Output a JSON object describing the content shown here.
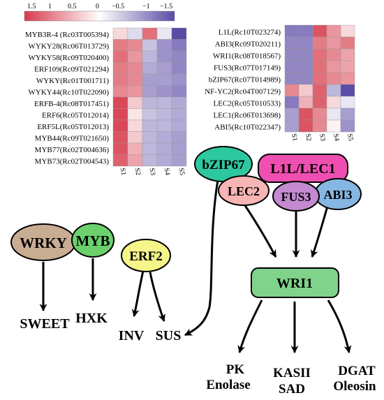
{
  "legend": {
    "ticks": [
      "1.5",
      "1",
      "0.5",
      "0",
      "−0.5",
      "−1",
      "−1.5"
    ],
    "gradient": [
      "#d73a4a",
      "#ffffff",
      "#5b4aa6"
    ]
  },
  "heatmap_left": {
    "rows": [
      {
        "label": "MYB3R-4 (Rc03T005394)",
        "values": [
          0.3,
          -0.3,
          1.1,
          -0.2,
          -1.5
        ]
      },
      {
        "label": "WYKY28(Rc06T013729)",
        "values": [
          1.0,
          0.9,
          -0.5,
          -0.9,
          -1.1
        ]
      },
      {
        "label": "WYKY58(Rc09T020400)",
        "values": [
          1.1,
          0.8,
          -0.6,
          -0.9,
          -1.0
        ]
      },
      {
        "label": "ERF109(Rc09T021294)",
        "values": [
          1.0,
          0.9,
          -0.7,
          -0.8,
          -1.0
        ]
      },
      {
        "label": "WYKY(Rc01T001711)",
        "values": [
          1.0,
          0.9,
          -0.8,
          -0.8,
          -0.9
        ]
      },
      {
        "label": "WYKY44(Rc10T022090)",
        "values": [
          0.9,
          0.8,
          -0.8,
          -0.9,
          -1.0
        ]
      },
      {
        "label": "ERFB-4(Rc08T017451)",
        "values": [
          1.4,
          0.4,
          -0.6,
          -0.6,
          -0.7
        ]
      },
      {
        "label": "ERF6(Rc05T012014)",
        "values": [
          1.4,
          0.2,
          -0.5,
          -0.6,
          -0.7
        ]
      },
      {
        "label": "ERF5L(Rc05T012013)",
        "values": [
          1.4,
          0.3,
          -0.6,
          -0.6,
          -0.7
        ]
      },
      {
        "label": "MYB44(Rc09T021650)",
        "values": [
          1.3,
          0.4,
          -0.6,
          -0.7,
          -0.8
        ]
      },
      {
        "label": "MYB77(Rc02T004636)",
        "values": [
          1.3,
          0.6,
          -0.6,
          -0.7,
          -0.8
        ]
      },
      {
        "label": "MYB73(Rc02T004543)",
        "values": [
          1.2,
          0.7,
          -0.6,
          -0.7,
          -0.8
        ]
      }
    ],
    "columns": [
      "S1",
      "S2",
      "S3",
      "S4",
      "S5"
    ]
  },
  "heatmap_right": {
    "rows": [
      {
        "label": "L1L(Rc10T023274)",
        "values": [
          -1.1,
          -1.1,
          1.3,
          0.8,
          0.3
        ]
      },
      {
        "label": "ABI3(Rc09T020211)",
        "values": [
          -1.0,
          -1.0,
          1.0,
          0.8,
          1.0
        ]
      },
      {
        "label": "WRI1(Rc08T018567)",
        "values": [
          -1.0,
          -1.0,
          1.1,
          0.9,
          0.7
        ]
      },
      {
        "label": "FUS3(Rc07T017149)",
        "values": [
          -1.0,
          -1.0,
          1.1,
          0.8,
          0.7
        ]
      },
      {
        "label": "bZIP67(Rc07T014989)",
        "values": [
          -1.0,
          -1.0,
          1.1,
          0.9,
          0.8
        ]
      },
      {
        "label": "NF-YC2(Rc04T007129)",
        "values": [
          0.9,
          0.4,
          1.2,
          -0.6,
          -1.6
        ]
      },
      {
        "label": "LEC2(Rc05T010533)",
        "values": [
          -1.1,
          0.6,
          1.2,
          0.3,
          -0.2
        ]
      },
      {
        "label": "LEC1(Rc06T013698)",
        "values": [
          -0.8,
          1.3,
          0.9,
          -0.2,
          -0.8
        ]
      },
      {
        "label": "ABI5(Rc10T022347)",
        "values": [
          -0.8,
          1.3,
          0.9,
          0.1,
          -0.9
        ]
      }
    ],
    "columns": [
      "S1",
      "S2",
      "S3",
      "S4",
      "S5"
    ]
  },
  "network": {
    "nodes": {
      "wrky": {
        "label": "WRKY",
        "color": "#c9ad93"
      },
      "myb": {
        "label": "MYB",
        "color": "#6cd06c"
      },
      "erf2": {
        "label": "ERF2",
        "color": "#f5f58a"
      },
      "bzip67": {
        "label": "bZIP67",
        "color": "#2ec8a0"
      },
      "l1l_lec1": {
        "label": "L1L/LEC1",
        "color": "#ee4fb0"
      },
      "lec2": {
        "label": "LEC2",
        "color": "#f7b5b5"
      },
      "fus3": {
        "label": "FUS3",
        "color": "#c48ad0"
      },
      "abi3": {
        "label": "ABI3",
        "color": "#86b7e3"
      },
      "wri1": {
        "label": "WRI1",
        "color": "#7fd38a"
      }
    },
    "targets": {
      "sweet": "SWEET",
      "hxk": "HXK",
      "inv": "INV",
      "sus": "SUS",
      "pk": "PK",
      "enolase": "Enolase",
      "kasii": "KASII",
      "sad": "SAD",
      "dgat": "DGAT",
      "oleosin": "Oleosin"
    }
  }
}
